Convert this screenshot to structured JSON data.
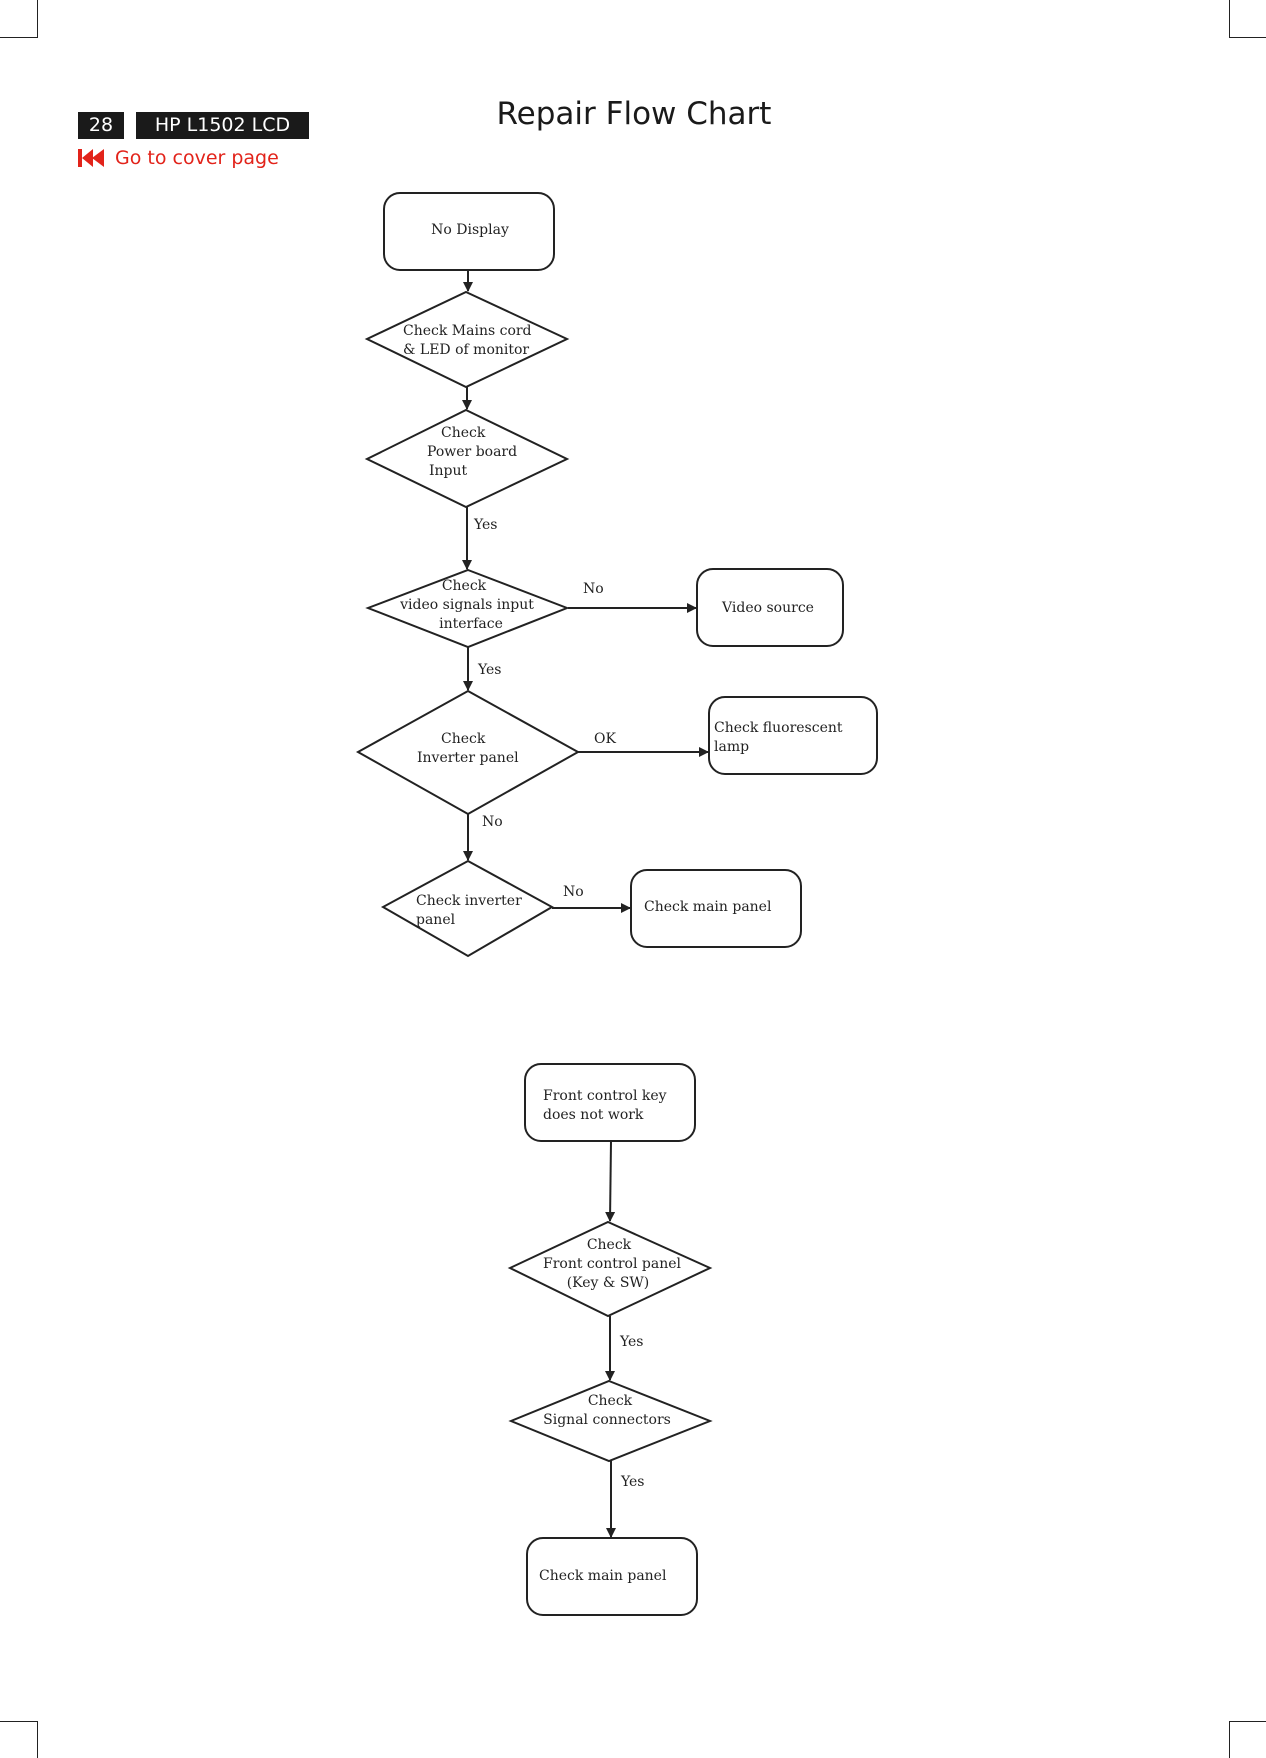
{
  "header": {
    "page_number": "28",
    "model": "HP L1502 LCD",
    "cover_link": "Go to cover page",
    "title": "Repair Flow Chart"
  },
  "colors": {
    "accent": "#e2231a",
    "header_bg": "#1a1a1a",
    "line": "#222222"
  },
  "icons": {
    "cover": "skip-to-start-icon"
  },
  "flow1": {
    "start": [
      "No Display"
    ],
    "check_mains": [
      "Check Mains cord",
      "& LED of monitor"
    ],
    "check_power": [
      "Check",
      "Power board",
      "Input"
    ],
    "check_video": [
      "Check",
      "video signals input",
      "interface"
    ],
    "video_source": [
      "Video source"
    ],
    "check_inverter_panel": [
      "Check",
      "Inverter panel"
    ],
    "check_fluorescent": [
      "Check fluorescent",
      "lamp"
    ],
    "check_inverter": [
      "Check inverter",
      "panel"
    ],
    "check_main": [
      "Check main panel"
    ],
    "labels": {
      "yes1": "Yes",
      "no_video": "No",
      "yes2": "Yes",
      "ok": "OK",
      "no_inv": "No",
      "no_main": "No"
    }
  },
  "flow2": {
    "start": [
      "Front control key",
      "does not work"
    ],
    "check_front": [
      "Check",
      "Front control panel",
      "(Key & SW)"
    ],
    "check_signal": [
      "Check",
      "Signal connectors"
    ],
    "check_main": [
      "Check main panel"
    ],
    "labels": {
      "yes1": "Yes",
      "yes2": "Yes"
    }
  }
}
